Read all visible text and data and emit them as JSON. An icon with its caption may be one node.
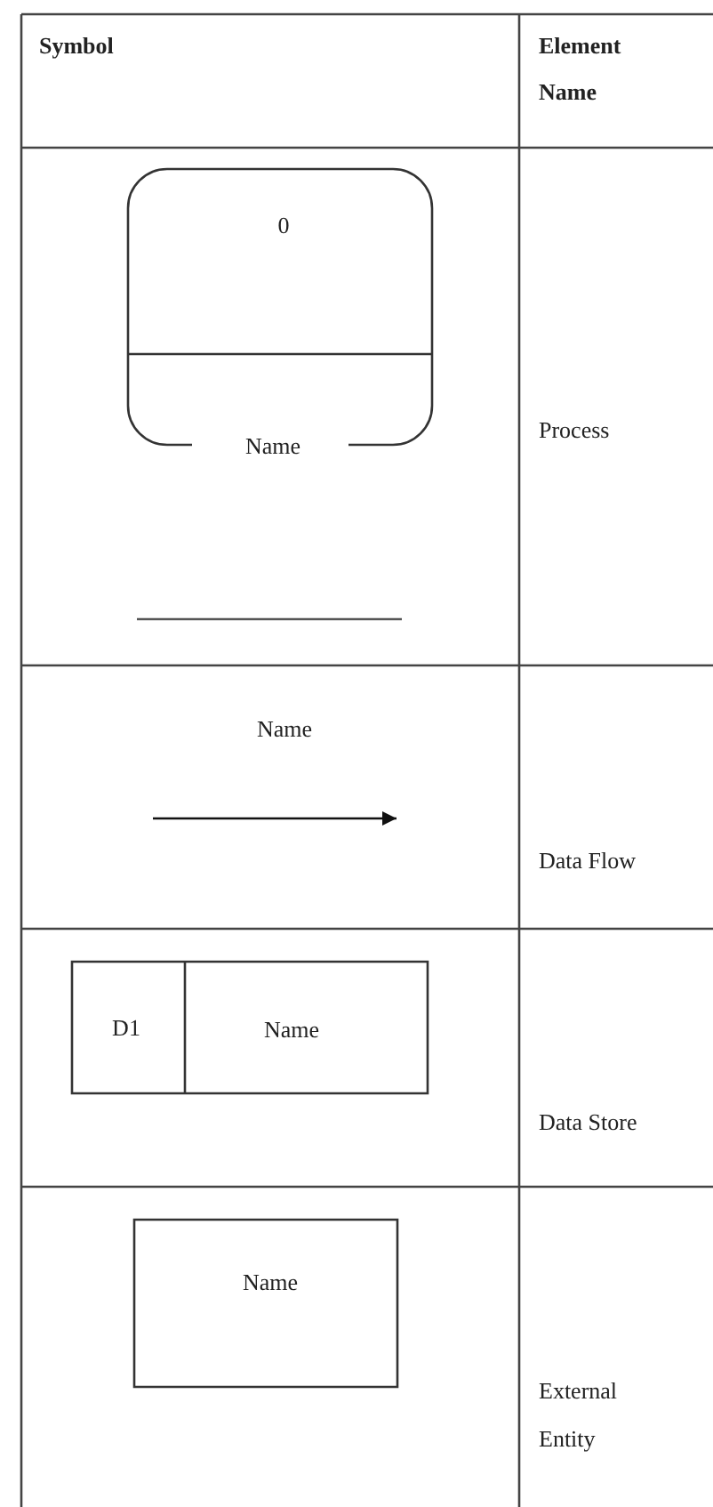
{
  "diagram": {
    "nodes": [
      {
        "text": [
          "0",
          "Name"
        ]
      },
      {
        "text": [
          "D1",
          "Name"
        ]
      },
      {
        "text": [
          "Name"
        ]
      }
    ],
    "labels": [
      "Symbol",
      "Element Name",
      "Process",
      "Name",
      "Data Flow",
      "Data Store",
      "External Entity"
    ]
  }
}
